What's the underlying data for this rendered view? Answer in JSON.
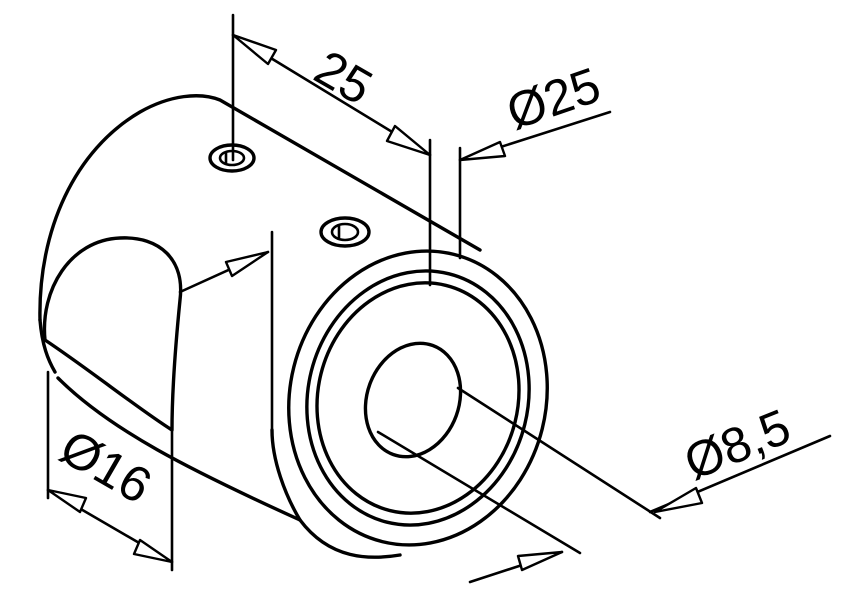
{
  "dimensions": {
    "length": "25",
    "outer_diameter": "Ø25",
    "bore_diameter": "Ø8,5",
    "saddle_diameter": "Ø16"
  }
}
